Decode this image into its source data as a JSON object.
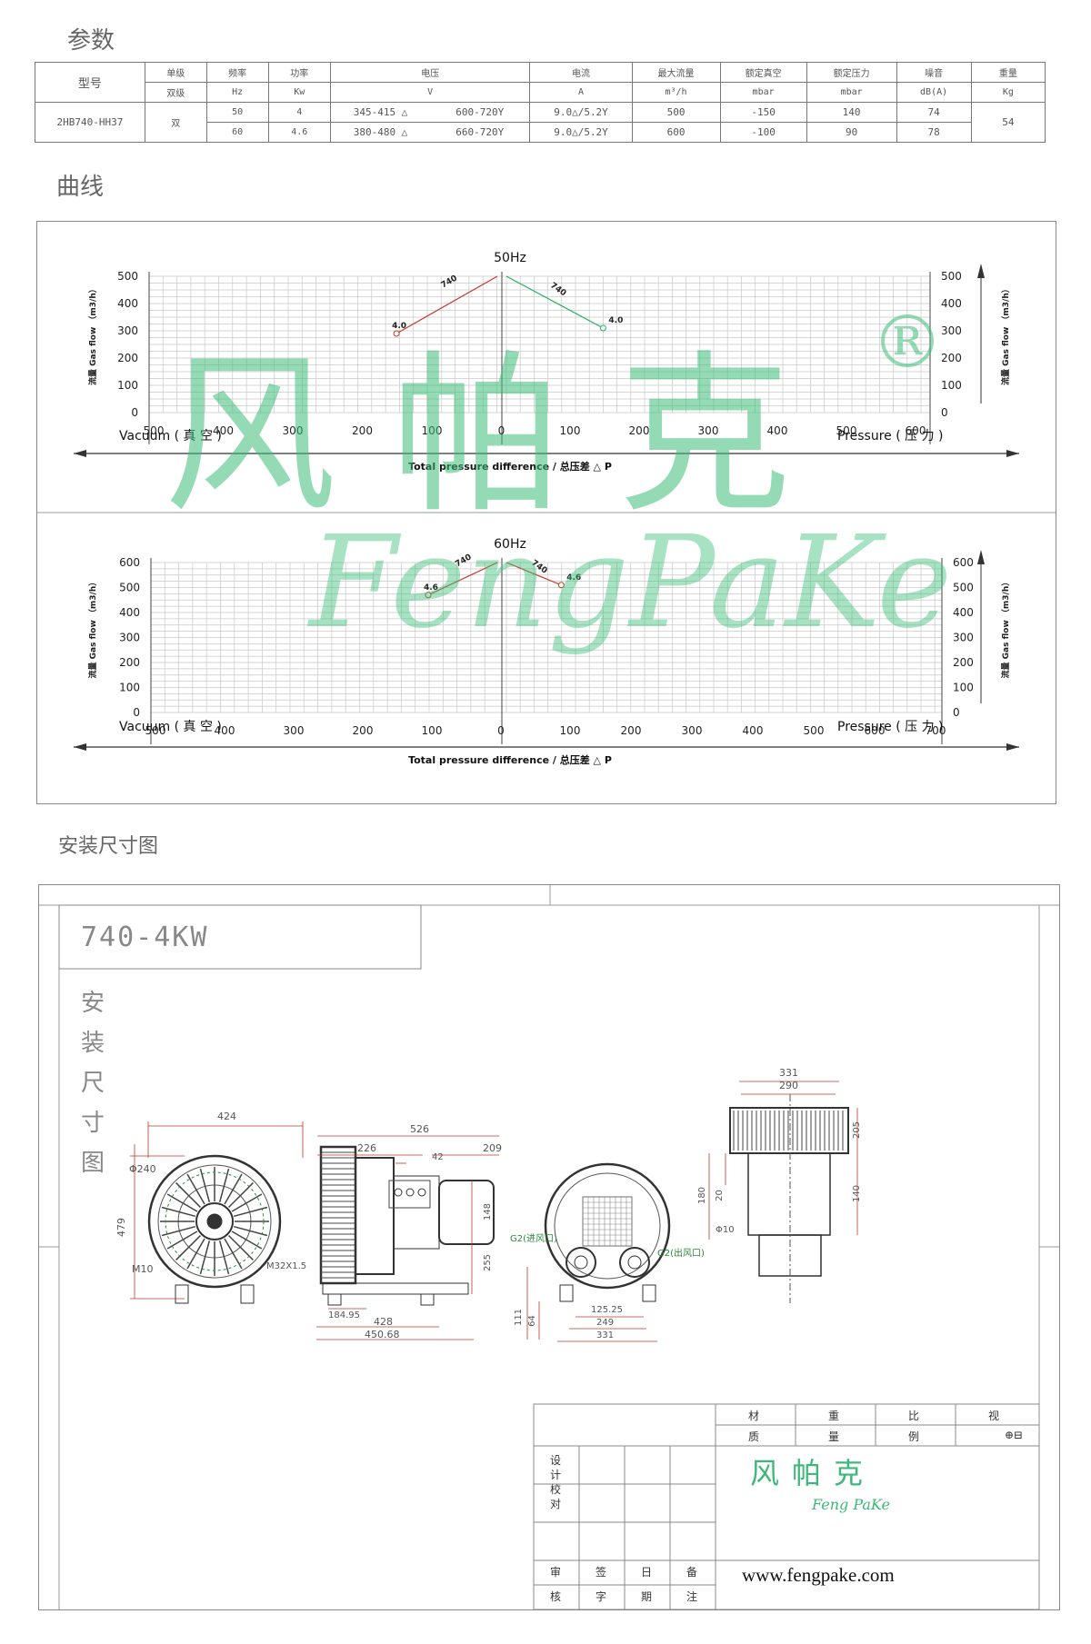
{
  "sections": {
    "params_title": "参数",
    "curve_title": "曲线",
    "install_title": "安装尺寸图"
  },
  "params": {
    "header1": [
      "型号",
      "单级",
      "频率",
      "功率",
      "电压",
      "电流",
      "最大流量",
      "额定真空",
      "额定压力",
      "噪音",
      "重量"
    ],
    "header2": [
      "双级",
      "Hz",
      "Kw",
      "V",
      "A",
      "m³/h",
      "mbar",
      "mbar",
      "dB(A)",
      "Kg"
    ],
    "model": "2HB740-HH37",
    "stage": "双",
    "rows": [
      {
        "hz": "50",
        "kw": "4",
        "v1": "345-415 △",
        "v2": "600-720Y",
        "a": "9.0△/5.2Y",
        "flow": "500",
        "vac": "-150",
        "press": "140",
        "noise": "74"
      },
      {
        "hz": "60",
        "kw": "4.6",
        "v1": "380-480 △",
        "v2": "660-720Y",
        "a": "9.0△/5.2Y",
        "flow": "600",
        "vac": "-100",
        "press": "90",
        "noise": "78"
      }
    ],
    "weight": "54"
  },
  "chart_data": [
    {
      "type": "line",
      "title": "50Hz",
      "xlabel": "Total pressure difference / 总压差 △ P",
      "ylabel": "流量 Gas flow （m3/h）",
      "left_label": "Vacuum ( 真 空 )",
      "right_label": "Pressure ( 压 力 )",
      "x_ticks_vacuum": [
        "500",
        "400",
        "300",
        "200",
        "100",
        "0"
      ],
      "x_ticks_pressure": [
        "100",
        "200",
        "300",
        "400",
        "500",
        "600"
      ],
      "y_ticks": [
        "0",
        "100",
        "200",
        "300",
        "400",
        "500"
      ],
      "ylim": [
        0,
        500
      ],
      "series": [
        {
          "name": "740",
          "side": "vacuum",
          "color": "#c0392b",
          "endpoint_label": "4.0",
          "points": [
            [
              0,
              500
            ],
            [
              145,
              290
            ]
          ]
        },
        {
          "name": "740",
          "side": "pressure",
          "color": "#27ae60",
          "endpoint_label": "4.0",
          "points": [
            [
              0,
              500
            ],
            [
              140,
              310
            ]
          ]
        }
      ]
    },
    {
      "type": "line",
      "title": "60Hz",
      "xlabel": "Total pressure difference / 总压差 △ P",
      "ylabel": "流量 Gas flow （m3/h）",
      "left_label": "Vacuum ( 真 空 )",
      "right_label": "Pressure ( 压 力 )",
      "x_ticks_vacuum": [
        "500",
        "400",
        "300",
        "200",
        "100",
        "0"
      ],
      "x_ticks_pressure": [
        "100",
        "200",
        "300",
        "400",
        "500",
        "600",
        "700"
      ],
      "y_ticks": [
        "0",
        "100",
        "200",
        "300",
        "400",
        "500",
        "600"
      ],
      "ylim": [
        0,
        600
      ],
      "series": [
        {
          "name": "740",
          "side": "vacuum",
          "color": "#c0392b",
          "endpoint_label": "4.6",
          "points": [
            [
              0,
              600
            ],
            [
              100,
              470
            ]
          ]
        },
        {
          "name": "740",
          "side": "pressure",
          "color": "#c0392b",
          "endpoint_label": "4.6",
          "points": [
            [
              0,
              600
            ],
            [
              90,
              510
            ]
          ]
        }
      ]
    }
  ],
  "watermark": {
    "cn": "风帕克",
    "en": "FengPaKe",
    "reg": "®"
  },
  "drawing": {
    "title": "740-4KW",
    "vertical_label": [
      "安",
      "装",
      "尺",
      "寸",
      "图"
    ],
    "dims_front": {
      "width": "424",
      "dia": "Φ240",
      "height": "479",
      "bolt": "M10"
    },
    "dims_side": {
      "total": "526",
      "left": "226",
      "right": "209",
      "mid": "42",
      "h1": "148",
      "h2": "255",
      "base1": "184.95",
      "base2": "428",
      "base3": "450.68",
      "thread": "M32X1.5"
    },
    "dims_rear": {
      "inlet": "G2(进风口)",
      "outlet": "G2(出风口)",
      "b1": "125.25",
      "b2": "249",
      "b3": "331",
      "h1": "111",
      "h2": "64"
    },
    "dims_top": {
      "w1": "331",
      "w2": "290",
      "h1": "205",
      "h2": "140",
      "h3": "180",
      "h4": "20",
      "hole": "Φ10"
    },
    "title_block": {
      "top_row": [
        "材",
        "重",
        "比",
        "视"
      ],
      "second_row": [
        "质",
        "量",
        "例"
      ],
      "left_col": [
        "设",
        "计",
        "校",
        "对"
      ],
      "bottom_row": [
        "审",
        "签",
        "日",
        "备"
      ],
      "bottom_row2": [
        "核",
        "字",
        "期",
        "注"
      ],
      "logo_cn": "风帕克",
      "logo_en": "Feng PaKe",
      "url": "www.fengpake.com"
    }
  }
}
